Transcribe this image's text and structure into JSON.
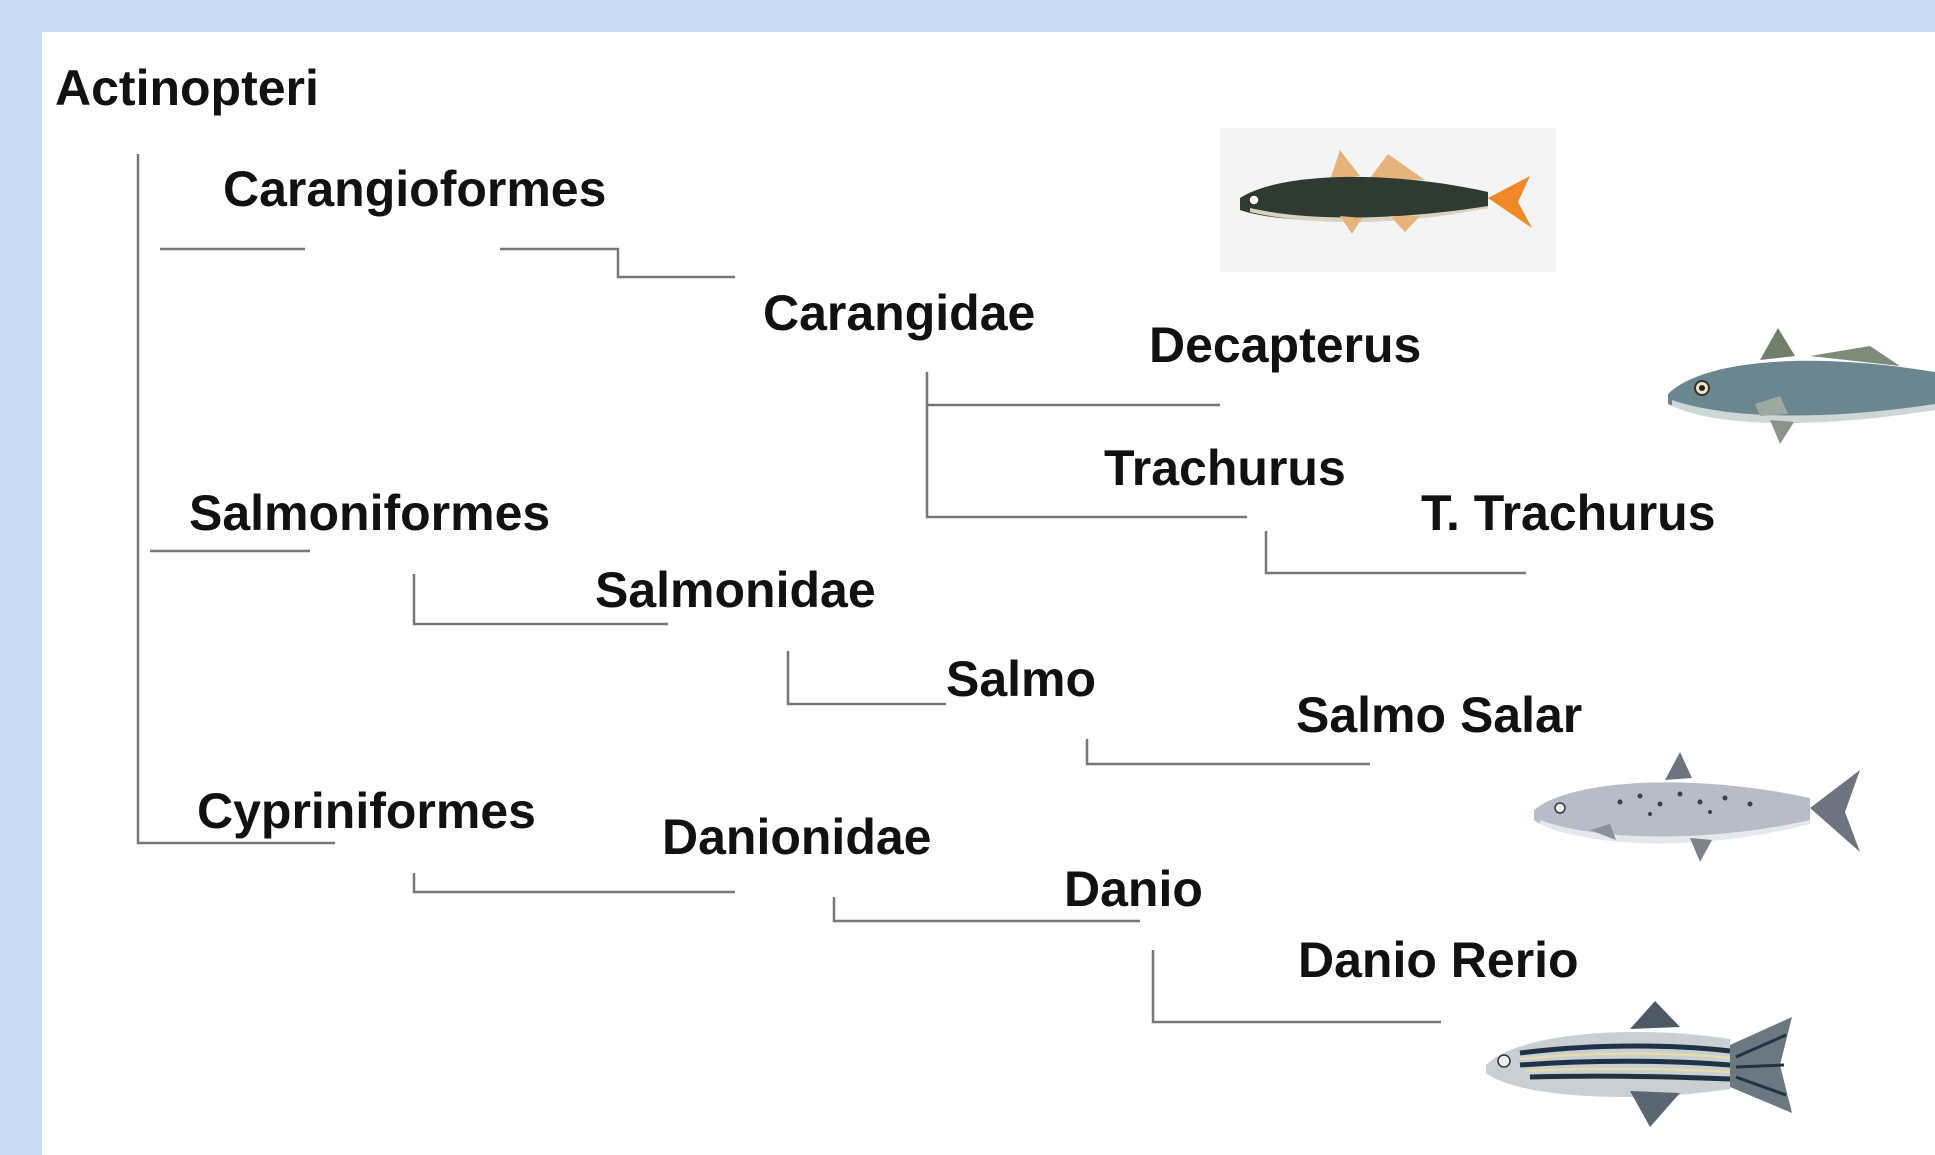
{
  "tree": {
    "root": "Actinopteri",
    "orders": [
      "Carangioformes",
      "Salmoniformes",
      "Cypriniformes"
    ],
    "families": [
      "Carangidae",
      "Salmonidae",
      "Danionidae"
    ],
    "genera": [
      "Decapterus",
      "Trachurus",
      "Salmo",
      "Danio"
    ],
    "species": [
      "T. Trachurus",
      "Salmo Salar",
      "Danio Rerio"
    ]
  },
  "colors": {
    "background": "#c9daf5",
    "panel": "#ffffff",
    "line": "#777777",
    "text": "#111111"
  },
  "illustrations": [
    "carangioformes-fish-image",
    "decapterus-fish-image",
    "salmo-salar-fish-image",
    "danio-rerio-fish-image"
  ]
}
